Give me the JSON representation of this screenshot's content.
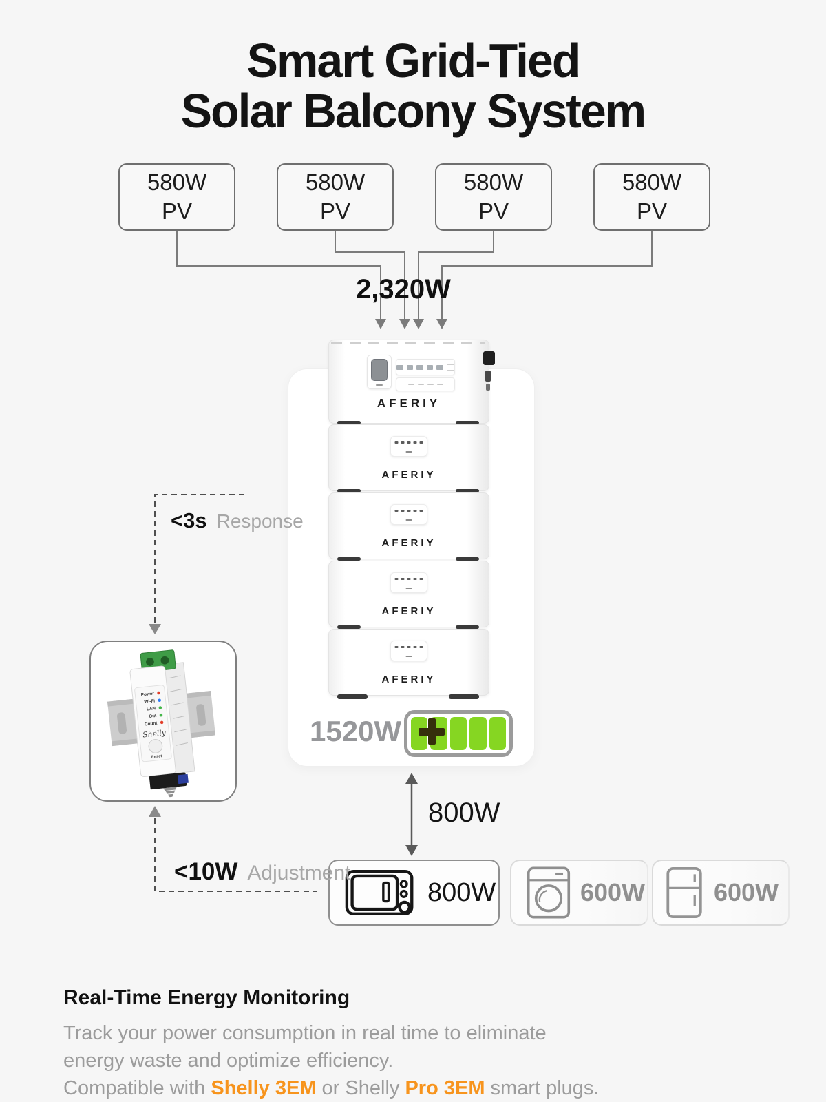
{
  "title": {
    "line1": "Smart Grid-Tied",
    "line2": "Solar Balcony System"
  },
  "pv": {
    "boxes": [
      {
        "power": "580W",
        "type": "PV"
      },
      {
        "power": "580W",
        "type": "PV"
      },
      {
        "power": "580W",
        "type": "PV"
      },
      {
        "power": "580W",
        "type": "PV"
      }
    ],
    "total_input": "2,320W"
  },
  "device": {
    "brand": "AFERIY",
    "storage_power": "1520W",
    "battery_segments": 5
  },
  "monitor": {
    "response_value": "<3s",
    "response_label": "Response",
    "adjustment_value": "<10W",
    "adjustment_label": "Adjustment",
    "shelly": {
      "logo": "Shelly",
      "reset_label": "Reset",
      "leds": [
        {
          "label": "Power",
          "color": "#e23d28"
        },
        {
          "label": "Wi-Fi",
          "color": "#2e7bf6"
        },
        {
          "label": "LAN",
          "color": "#43b649"
        },
        {
          "label": "Out",
          "color": "#43b649"
        },
        {
          "label": "Count",
          "color": "#e23d28"
        }
      ]
    }
  },
  "flow": {
    "output_power": "800W"
  },
  "appliances": [
    {
      "name": "microwave",
      "power": "800W"
    },
    {
      "name": "washing-machine",
      "power": "600W"
    },
    {
      "name": "refrigerator",
      "power": "600W"
    }
  ],
  "footer": {
    "heading": "Real-Time Energy Monitoring",
    "line1": "Track your power consumption in real time to eliminate",
    "line2": "energy waste and optimize efficiency.",
    "line3": {
      "p1": "Compatible with ",
      "h1": "Shelly 3EM",
      "p2": " or Shelly ",
      "h2": "Pro 3EM",
      "p3": " smart plugs."
    }
  },
  "colors": {
    "accent_orange": "#f7941d",
    "battery_green": "#86d622",
    "line_gray": "#7b7b7b"
  }
}
